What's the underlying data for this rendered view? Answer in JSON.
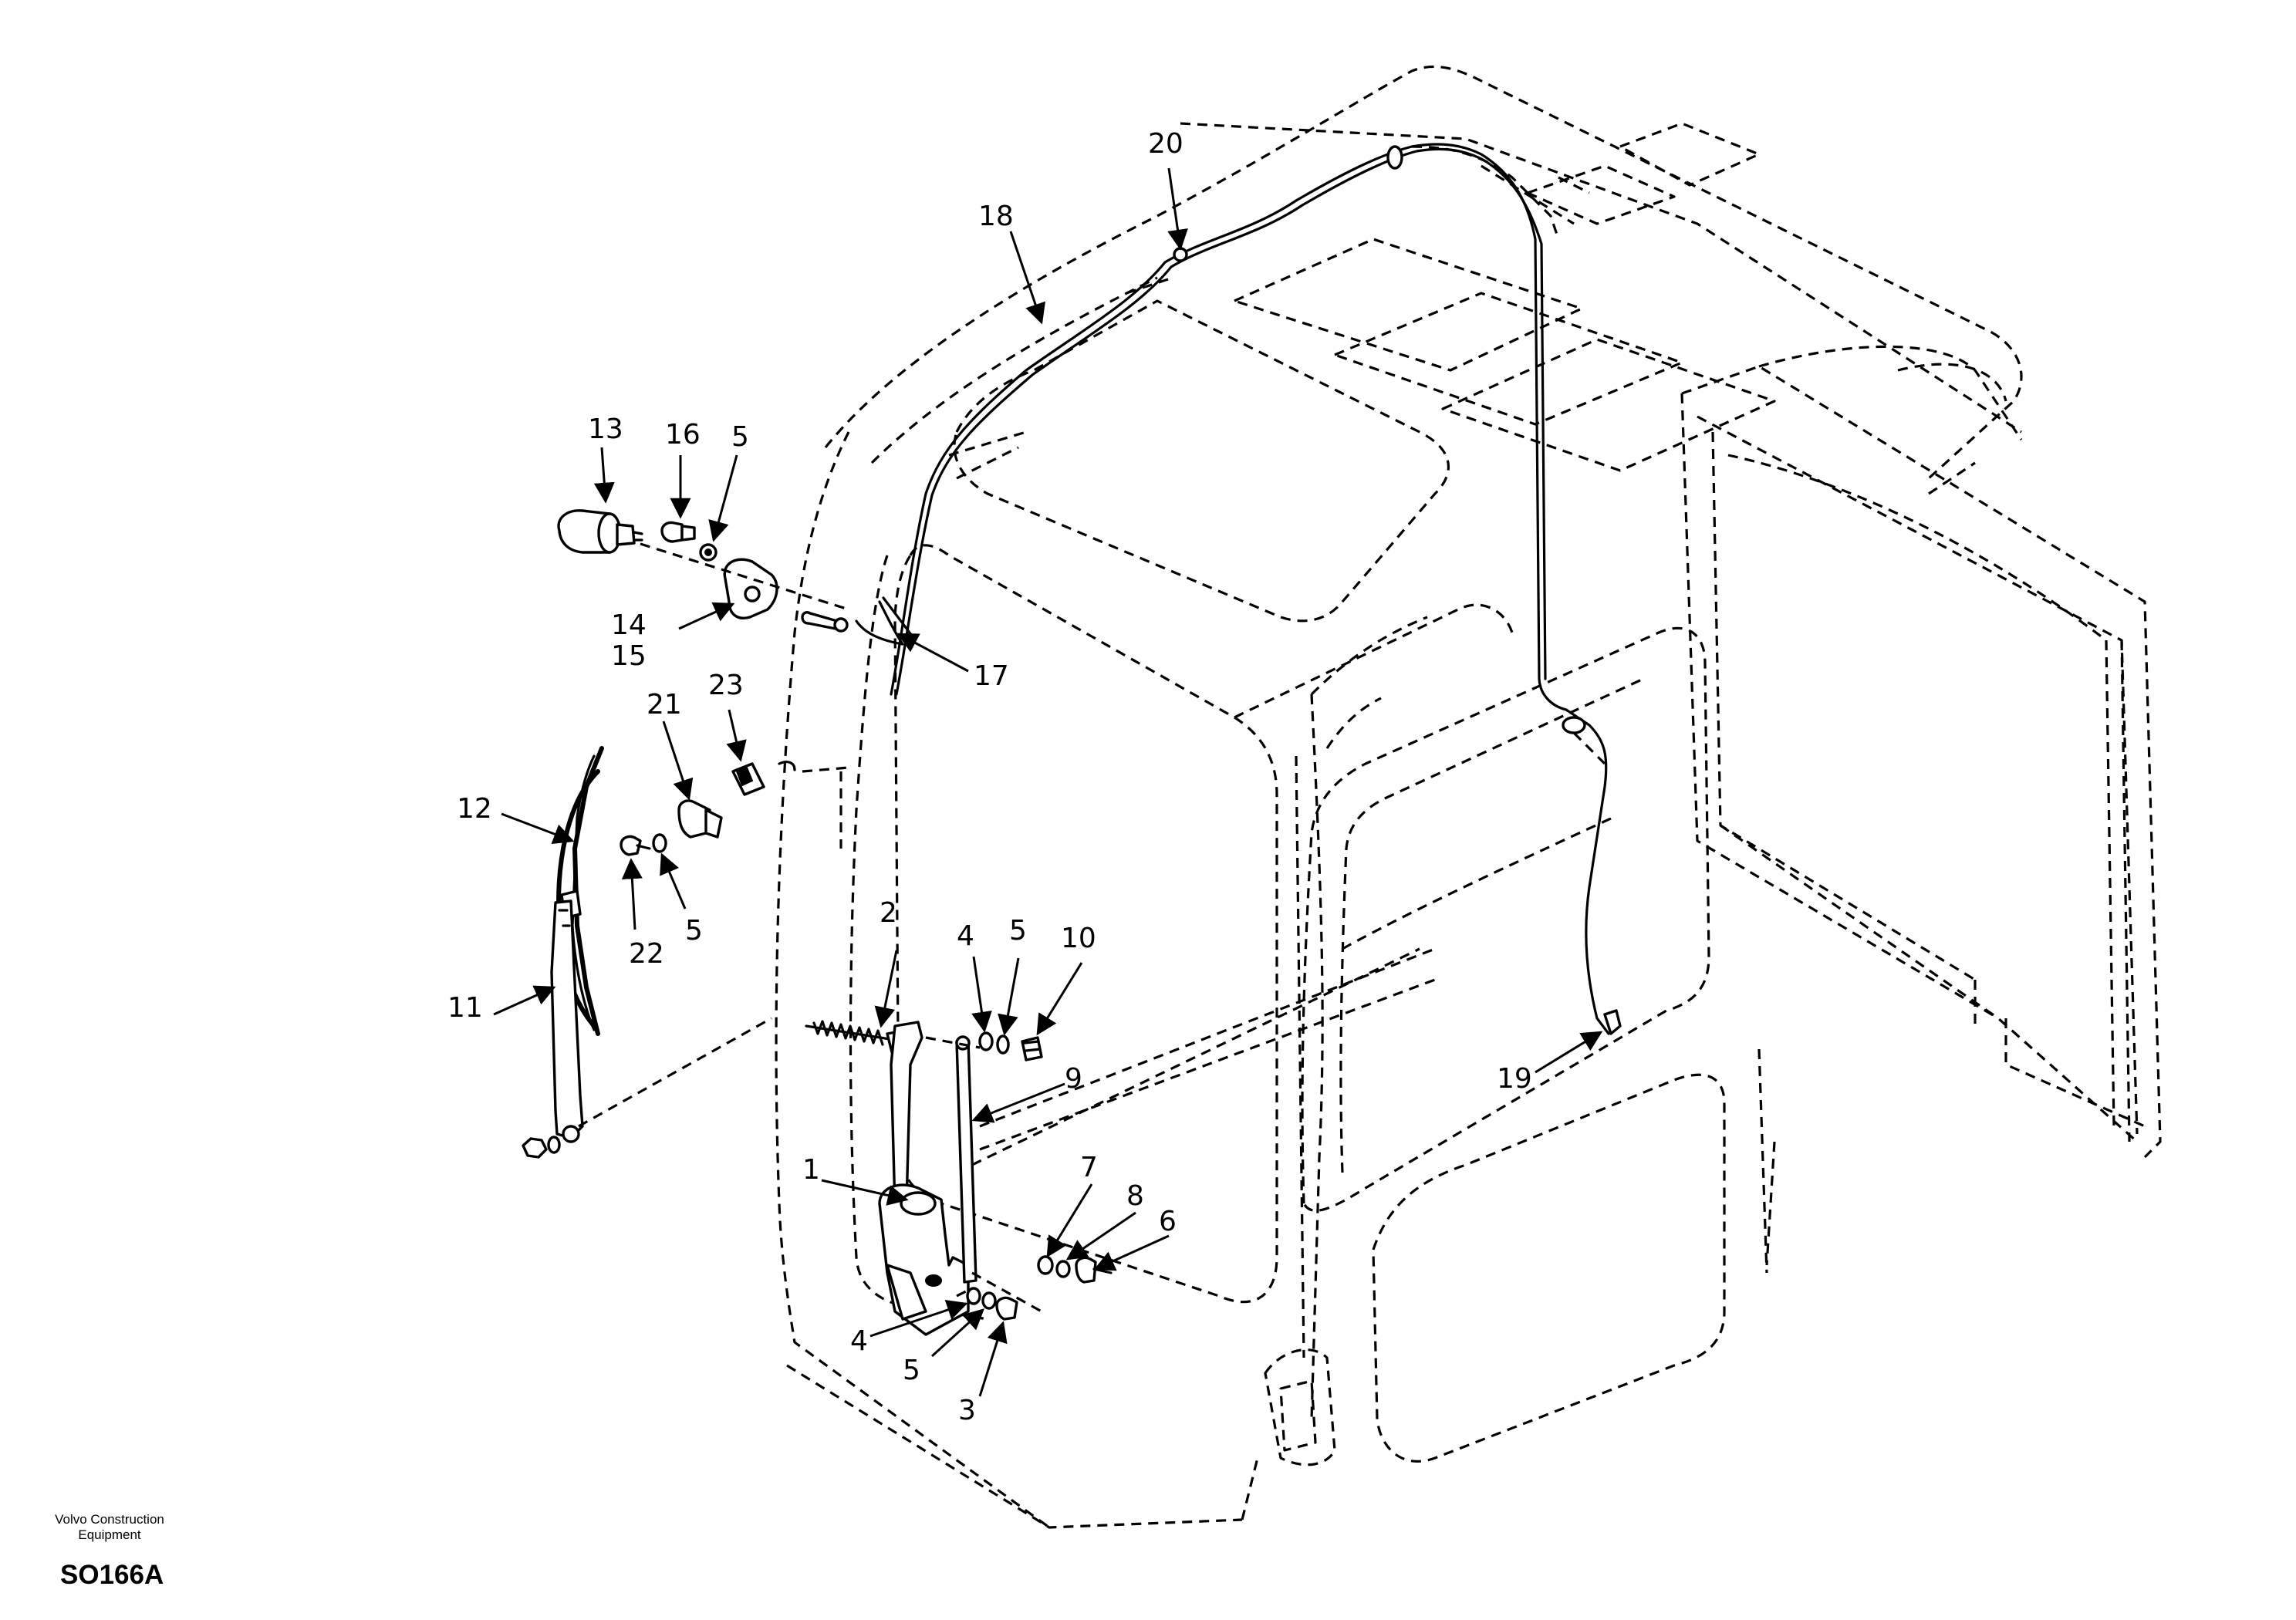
{
  "footer": {
    "company_line1": "Volvo Construction",
    "company_line2": "Equipment",
    "drawing_code": "SO166A"
  },
  "callouts": [
    "20",
    "18",
    "13",
    "16",
    "5",
    "14",
    "15",
    "17",
    "23",
    "21",
    "12",
    "22",
    "5",
    "2",
    "4",
    "5",
    "10",
    "11",
    "9",
    "19",
    "1",
    "7",
    "8",
    "6",
    "4",
    "5",
    "3"
  ],
  "icons": {
    "cab_outline": "dashed-cab-outline-drawing",
    "washer_hose": "washer-hose-line",
    "wiper_motor": "wiper-motor-drawing",
    "wiper_blade": "wiper-blade-drawing",
    "wiper_arm": "wiper-arm-drawing",
    "washer_nozzle": "washer-nozzle-drawing"
  }
}
